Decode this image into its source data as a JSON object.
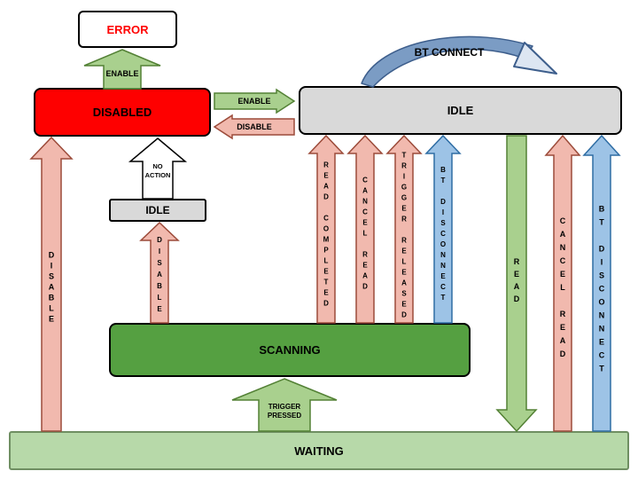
{
  "states": {
    "error": "ERROR",
    "disabled": "DISABLED",
    "idle": "IDLE",
    "idle_small": "IDLE",
    "scanning": "SCANNING",
    "waiting": "WAITING"
  },
  "transitions": {
    "enable_up": "ENABLE",
    "enable_right": "ENABLE",
    "disable_left": "DISABLE",
    "no_action": {
      "line1": "NO",
      "line2": "ACTION"
    },
    "disable_far_left": "DISABLE",
    "disable_mid": "DISABLE",
    "read_completed": "READ COMPLETED",
    "cancel_read_mid": "CANCEL READ",
    "trigger_released": "TRIGGER RELEASED",
    "bt_disconnect_mid": "BT DISCONNECT",
    "read": "READ",
    "cancel_read_right": "CANCEL READ",
    "bt_disconnect_right": "BT DISCONNECT",
    "trigger_pressed": {
      "line1": "TRIGGER",
      "line2": "PRESSED"
    },
    "bt_connect": "BT CONNECT"
  },
  "colors": {
    "error_text": "#ff0000",
    "disabled_bg": "#fe0000",
    "idle_bg": "#d9d9d9",
    "scanning_bg": "#55a041",
    "waiting_bg": "#b7d9a9",
    "green_fill": "#a9d08e",
    "green_stroke": "#538135",
    "pink_fill": "#f1b9ae",
    "pink_stroke": "#9c4b3a",
    "blue_fill": "#9dc3e6",
    "blue_stroke": "#2e6da4",
    "white_fill": "#ffffff",
    "black_stroke": "#000000",
    "swoosh_fill": "#7b9cc4",
    "swoosh_stroke": "#3d5e8c",
    "swoosh_head_fill": "#dde6f2"
  }
}
